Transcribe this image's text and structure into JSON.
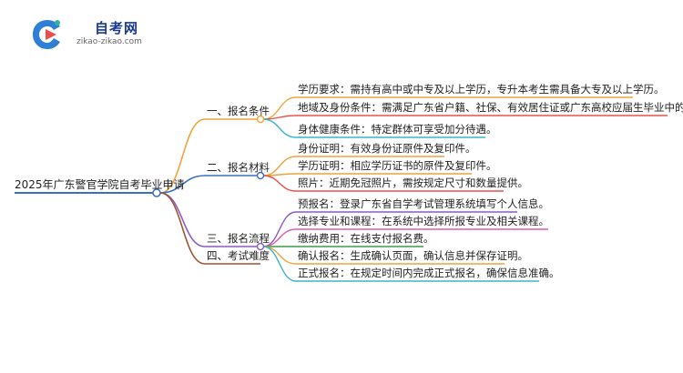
{
  "logo": {
    "title": "自考网",
    "subtitle": "zikao-zikao.com"
  },
  "root": "2025年广东警官学院自考毕业申请",
  "branches": [
    {
      "label": "一、报名条件",
      "color": "#f0a33c",
      "children": [
        {
          "text": "学历要求：需持有高中或中专及以上学历，专升本考生需具备大专及以上学历。",
          "color": "#f0a33c"
        },
        {
          "text": "地域及身份条件：需满足广东省户籍、社保、有效居住证或广东高校应届生毕业中的一个。",
          "color": "#e8504b"
        },
        {
          "text": "身体健康条件：特定群体可享受加分待遇。",
          "color": "#3ab5c9"
        }
      ]
    },
    {
      "label": "二、报名材料",
      "color": "#3a6fc4",
      "children": [
        {
          "text": "身份证明：有效身份证原件及复印件。",
          "color": "#f0a33c"
        },
        {
          "text": "学历证明：相应学历证书的原件及复印件。",
          "color": "#e8a33c"
        },
        {
          "text": "照片：近期免冠照片，需按规定尺寸和数量提供。",
          "color": "#e8504b"
        }
      ]
    },
    {
      "label": "三、报名流程",
      "color": "#8a5cc4",
      "children": [
        {
          "text": "预报名：登录广东省自学考试管理系统填写个人信息。",
          "color": "#8a5cc4"
        },
        {
          "text": "选择专业和课程：在系统中选择所报专业及相关课程。",
          "color": "#e05ab0"
        },
        {
          "text": "缴纳费用：在线支付报名费。",
          "color": "#3a9e4a"
        },
        {
          "text": "确认报名：生成确认页面，确认信息并保存证明。",
          "color": "#f0a33c"
        },
        {
          "text": "正式报名：在规定时间内完成正式报名，确保信息准确。",
          "color": "#3ab5c9"
        }
      ]
    },
    {
      "label": "四、考试难度",
      "color": "#a0522d",
      "children": []
    }
  ]
}
